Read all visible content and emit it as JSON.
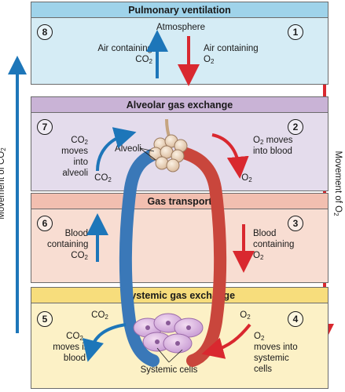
{
  "panels": {
    "ventilation": {
      "title": "Pulmonary ventilation",
      "step_left": "8",
      "step_right": "1"
    },
    "alveolar": {
      "title": "Alveolar gas exchange",
      "step_left": "7",
      "step_right": "2"
    },
    "transport": {
      "title": "Gas transport",
      "step_left": "6",
      "step_right": "3"
    },
    "systemic": {
      "title": "Systemic gas exchange",
      "step_left": "5",
      "step_right": "4"
    }
  },
  "labels": {
    "atmosphere": "Atmosphere",
    "air_containing": "Air containing",
    "alveoli": "Alveoli",
    "co2_moves_into": "moves into",
    "alveoli_word": "alveoli",
    "o2_moves_into": "moves",
    "into_blood": "into blood",
    "blood_containing": "Blood containing",
    "co2_moves_into_blood": "moves into",
    "blood_word": "blood",
    "o2_moves_into_systemic": "moves into",
    "systemic_word": "systemic",
    "cells_word": "cells",
    "systemic_cells": "Systemic cells",
    "co2_chem": "CO",
    "o2_chem": "O",
    "sub2": "2"
  },
  "side_labels": {
    "left_prefix": "Movement of CO",
    "right_prefix": "Movement of O",
    "sub": "2"
  },
  "colors": {
    "co2_blue": "#1d76b9",
    "o2_red": "#d9282f",
    "vessel_blue": "#3a78b8",
    "vessel_red": "#c9463c"
  }
}
